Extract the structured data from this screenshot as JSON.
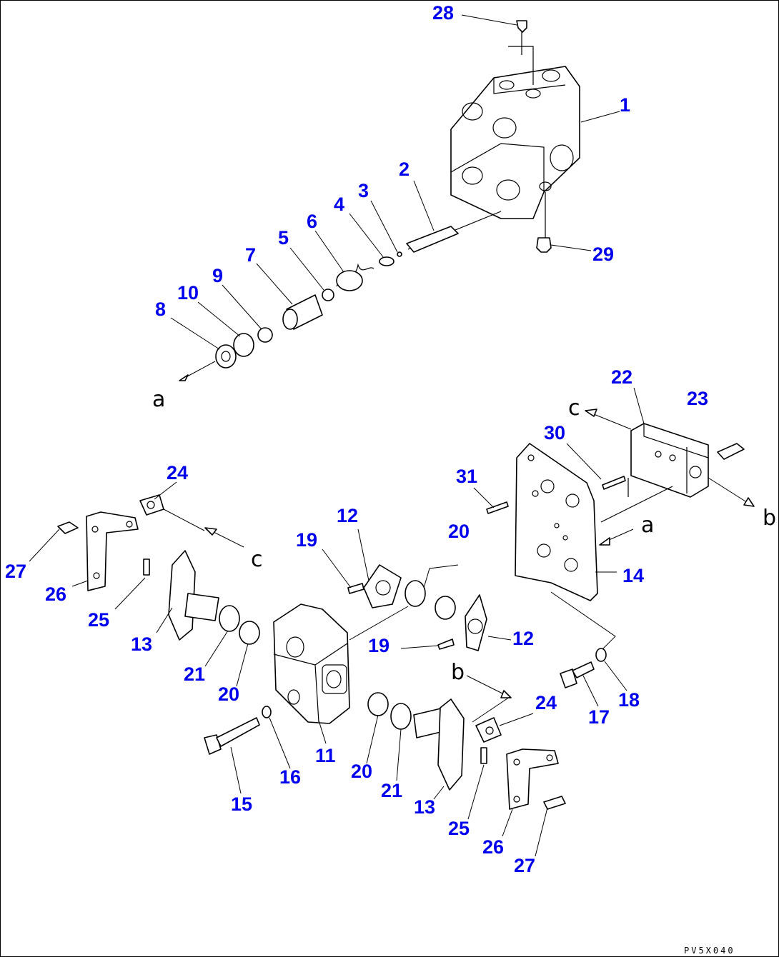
{
  "callouts": {
    "p1": "1",
    "p2": "2",
    "p3": "3",
    "p4": "4",
    "p5": "5",
    "p6": "6",
    "p7": "7",
    "p8": "8",
    "p9": "9",
    "p10": "10",
    "p11": "11",
    "p12a": "12",
    "p12b": "12",
    "p13a": "13",
    "p13b": "13",
    "p14": "14",
    "p15": "15",
    "p16": "16",
    "p17": "17",
    "p18": "18",
    "p19a": "19",
    "p19b": "19",
    "p20a": "20",
    "p20b": "20",
    "p20c": "20",
    "p21a": "21",
    "p21b": "21",
    "p22": "22",
    "p23": "23",
    "p24a": "24",
    "p24b": "24",
    "p25a": "25",
    "p25b": "25",
    "p26a": "26",
    "p26b": "26",
    "p27a": "27",
    "p27b": "27",
    "p28": "28",
    "p29": "29",
    "p30": "30",
    "p31": "31"
  },
  "connection_letters": {
    "a_top": "a",
    "a_right": "a",
    "b_right": "b",
    "b_mid": "b",
    "c_left": "c",
    "c_top": "c"
  },
  "doc_id": "PV5X040",
  "colors": {
    "callout": "#0000ee",
    "line": "#000000",
    "background": "#ffffff"
  }
}
